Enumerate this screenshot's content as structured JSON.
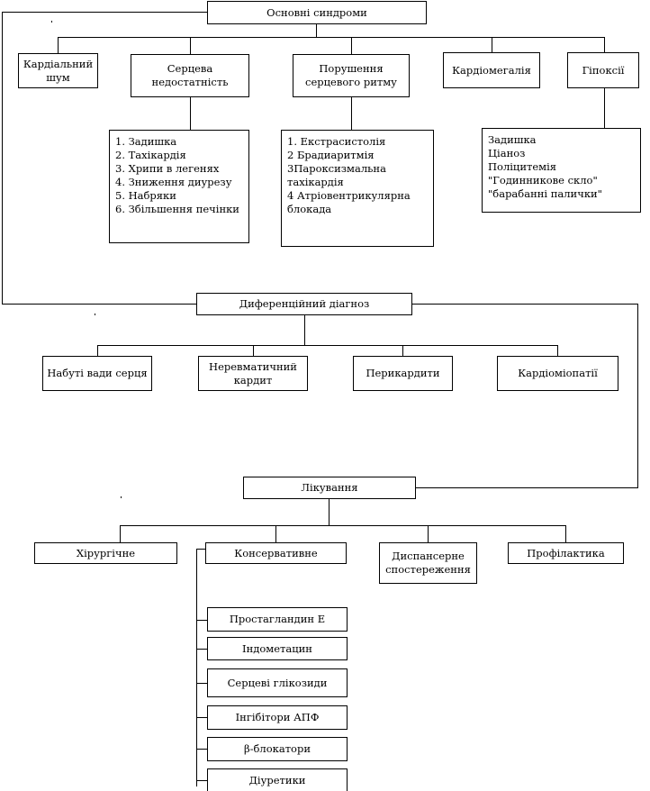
{
  "diagram": {
    "title": "Основні синдроми",
    "language": "uk",
    "levels": {
      "syndromes": {
        "root_label": "Основні синдроми",
        "nodes": [
          {
            "label": "Кардіальний\nшум"
          },
          {
            "label": "Серцева\nнедостатність"
          },
          {
            "label": "Порушення\nсерцевого ритму"
          },
          {
            "label": "Кардіомегалія"
          },
          {
            "label": "Гіпоксії"
          }
        ]
      },
      "details": {
        "heart_failure_list": "1. Задишка\n2. Тахікардія\n3. Хрипи в легенях\n4. Зниження диурезу\n5. Набряки\n6. Збільшення печінки",
        "rhythm_list": "1. Екстрасистолія\n2 Брадиаритмія\n3Пароксизмальна\nтахікардія\n4 Атріовентрикулярна\nблокада",
        "hypoxia_list": "Задишка\nЦіаноз\nПоліцитемія\n\"Годинникове скло\"\n\"барабанні палички\""
      },
      "differential": {
        "root_label": "Диференційний діагноз",
        "nodes": [
          {
            "label": "Набуті вади серця"
          },
          {
            "label": "Неревматичний\nкардит"
          },
          {
            "label": "Перикардити"
          },
          {
            "label": "Кардіоміопатії"
          }
        ]
      },
      "treatment": {
        "root_label": "Лікування",
        "nodes": [
          {
            "label": "Хірургічне"
          },
          {
            "label": "Консервативне"
          },
          {
            "label": "Диспансерне\nспостереження"
          },
          {
            "label": "Профілактика"
          }
        ],
        "conservative_drugs": [
          {
            "label": "Простагландин Е"
          },
          {
            "label": "Індометацин"
          },
          {
            "label": "Серцеві глікозиди"
          },
          {
            "label": "Інгібітори АПФ"
          },
          {
            "label": "β-блокатори"
          },
          {
            "label": "Діуретики"
          }
        ]
      }
    },
    "colors": {
      "line": "#000000",
      "box_fill": "#ffffff",
      "text": "#000000"
    }
  }
}
